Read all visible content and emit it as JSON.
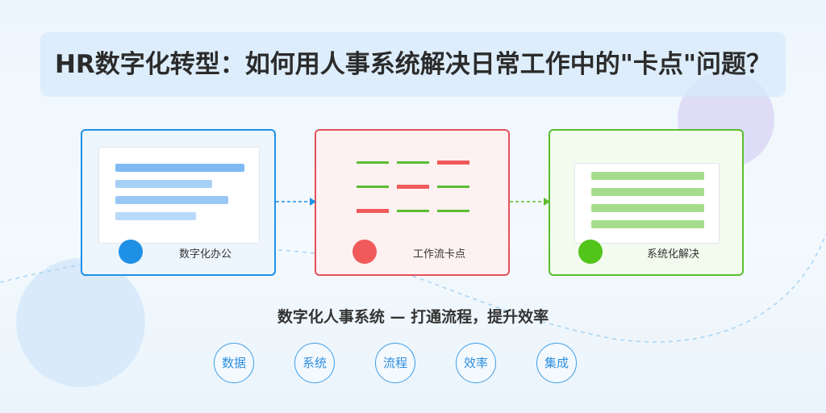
{
  "title": "HR数字化转型：如何用人事系统解决日常工作中的\"卡点\"问题？",
  "cards": [
    {
      "label": "数字化办公",
      "accent": "#1e90e6"
    },
    {
      "label": "工作流卡点",
      "accent": "#e5505a"
    },
    {
      "label": "系统化解决",
      "accent": "#5cbd2f"
    }
  ],
  "subtitle": "数字化人事系统 — 打通流程，提升效率",
  "keywords": [
    "数据",
    "系统",
    "流程",
    "效率",
    "集成"
  ],
  "colors": {
    "blue": "#1e90e6",
    "red": "#e5505a",
    "green": "#5cbd2f",
    "light_blue_bar": "#7fbaf5",
    "light_green_bar": "#a6dd8c",
    "dash_green": "#5cbd2f",
    "dash_red": "#f05a5a"
  }
}
